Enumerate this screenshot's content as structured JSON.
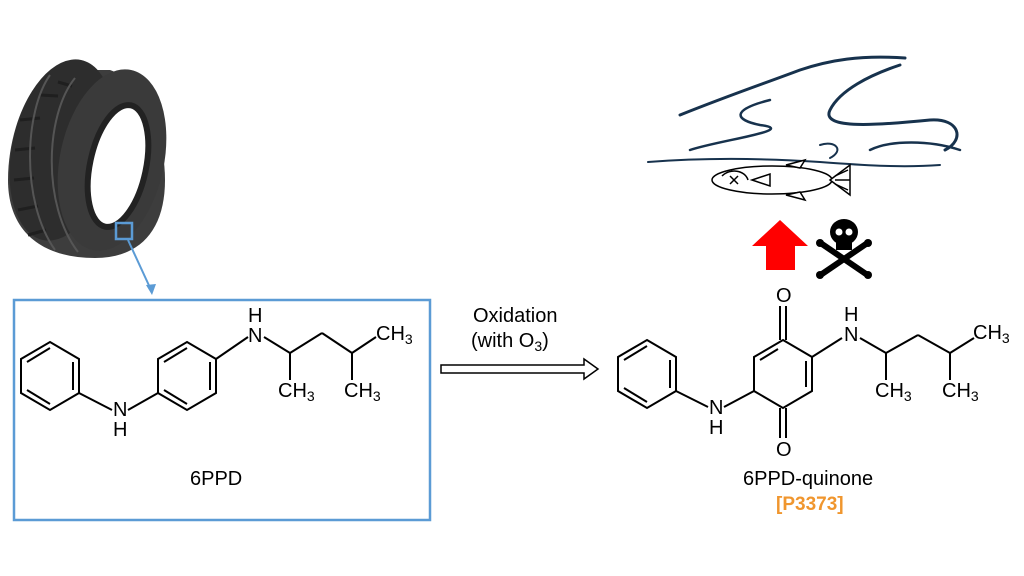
{
  "colors": {
    "box_border": "#5b9bd5",
    "code_text": "#f0962e",
    "toxicity_arrow": "#ff0000",
    "tire_fill": "#3d3d3d",
    "water_lines": "#17324d"
  },
  "icons": {
    "tire": "tire-icon",
    "fish": "fish-icon",
    "skull": "skull-crossbones-icon",
    "up_arrow": "up-arrow-icon"
  },
  "reactant": {
    "name": "6PPD",
    "atoms": {
      "nh_bridge_n": "N",
      "nh_bridge_h": "H",
      "amine_n": "N",
      "amine_h": "H",
      "ch3_a": "CH",
      "ch3_b": "CH",
      "ch3_c": "CH",
      "sub3": "3"
    }
  },
  "reaction": {
    "line1": "Oxidation",
    "line2_prefix": "(with O",
    "line2_sub": "3",
    "line2_suffix": ")"
  },
  "product": {
    "name": "6PPD-quinone",
    "code": "[P3373]",
    "atoms": {
      "o_top": "O",
      "o_bottom": "O",
      "nh_bridge_n": "N",
      "nh_bridge_h": "H",
      "amine_n": "N",
      "amine_h": "H",
      "ch3_a": "CH",
      "ch3_b": "CH",
      "ch3_c": "CH",
      "sub3": "3"
    }
  }
}
